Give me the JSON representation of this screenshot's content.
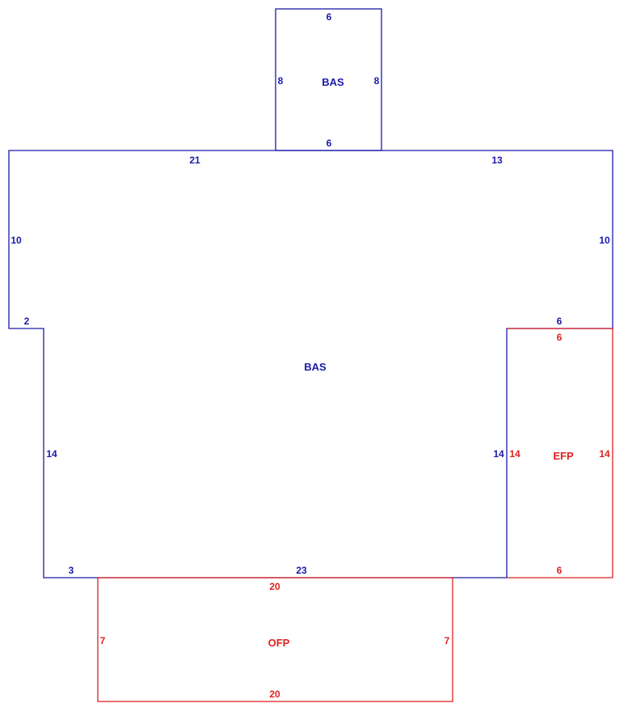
{
  "colors": {
    "bas": "#1a1aaa",
    "porch": "#dd2222",
    "background": "#ffffff"
  },
  "areas": {
    "bas_top": {
      "label": "BAS"
    },
    "bas_main": {
      "label": "BAS"
    },
    "efp": {
      "label": "EFP"
    },
    "ofp": {
      "label": "OFP"
    }
  },
  "dimensions": {
    "bas_top": {
      "top": "6",
      "bottom": "6",
      "left": "8",
      "right": "8"
    },
    "bas_main": {
      "top_left": "21",
      "top_right": "13",
      "left_upper": "10",
      "right_upper": "10",
      "left_step": "2",
      "right_step": "6",
      "left_lower": "14",
      "right_lower": "14",
      "bottom_left": "3",
      "bottom": "23"
    },
    "efp": {
      "top": "6",
      "left": "14",
      "right": "14",
      "bottom": "6"
    },
    "ofp": {
      "top": "20",
      "left": "7",
      "right": "7",
      "bottom": "20"
    }
  }
}
